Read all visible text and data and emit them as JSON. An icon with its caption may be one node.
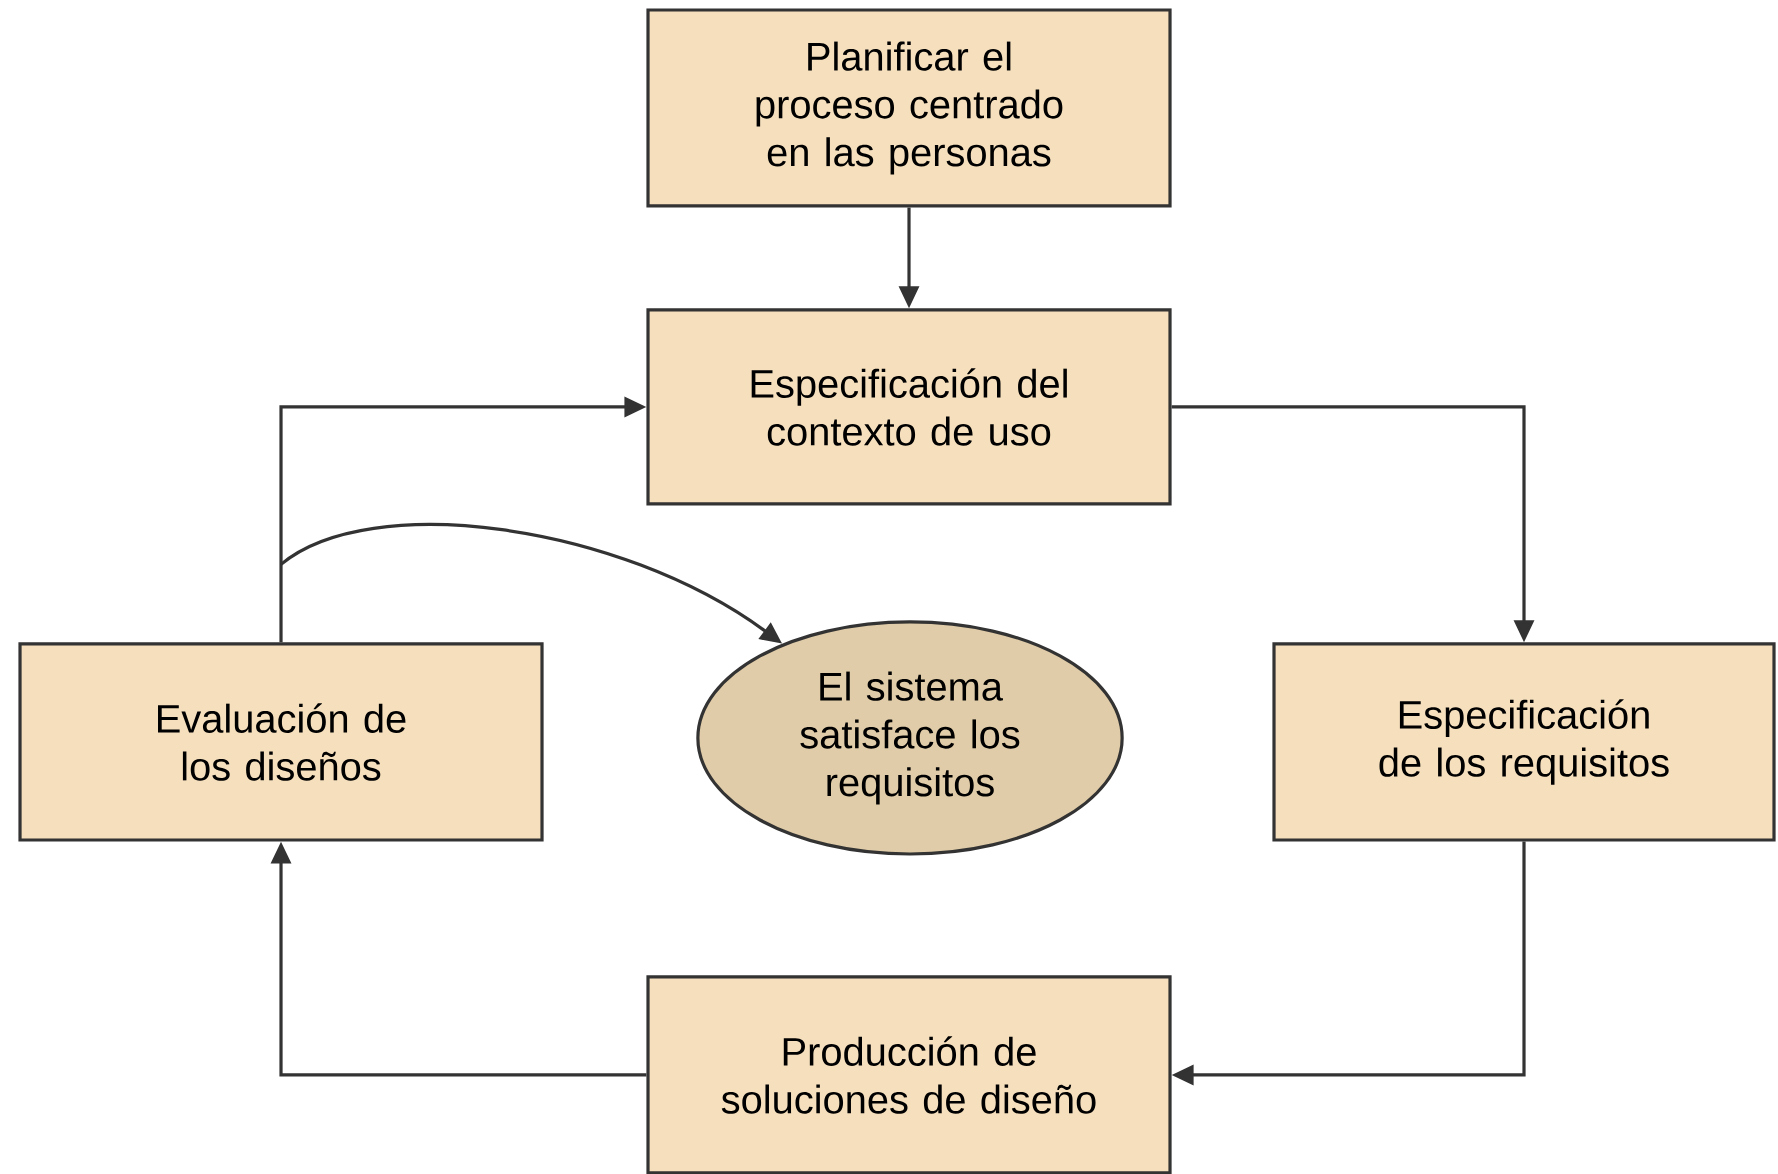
{
  "diagram": {
    "nodes": [
      {
        "text": [
          "Planificar el proceso centrado en las personas"
        ]
      },
      {
        "text": [
          "Especificación del contexto de uso"
        ]
      },
      {
        "text": [
          "Evaluación de los diseños"
        ]
      },
      {
        "text": [
          "El sistema satisface los requisitos"
        ]
      },
      {
        "text": [
          "Especificación de los requisitos"
        ]
      },
      {
        "text": [
          "Producción de soluciones de diseño"
        ]
      }
    ],
    "edges": [
      {
        "from": 0,
        "to": 1,
        "arrow": "to"
      },
      {
        "from": 2,
        "to": 1,
        "arrow": "to"
      },
      {
        "from": 1,
        "to": 4,
        "arrow": "to"
      },
      {
        "from": 4,
        "to": 5,
        "arrow": "to"
      },
      {
        "from": 5,
        "to": 2,
        "arrow": "to"
      },
      {
        "from": 2,
        "to": 3,
        "arrow": "to"
      }
    ]
  }
}
